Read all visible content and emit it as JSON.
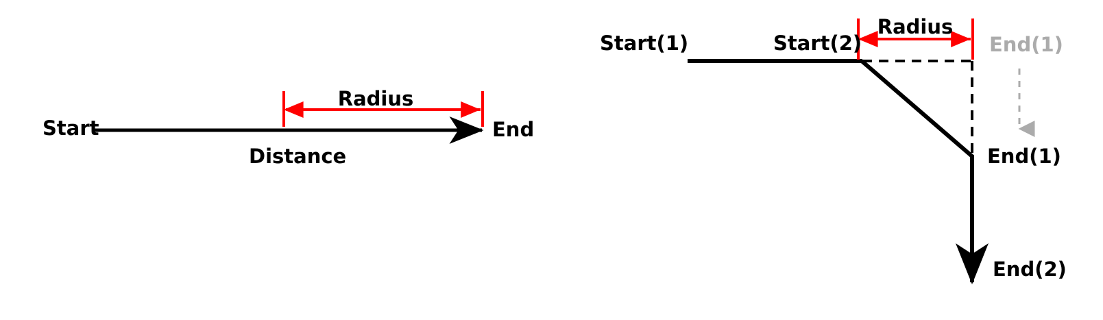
{
  "figure": {
    "type": "technical-diagram",
    "background_color": "#FFFFFF",
    "colors": {
      "line": "#000000",
      "dimension": "#FF0000",
      "ghost": "#ABABAB"
    }
  },
  "left_panel": {
    "name": "single-segment-radius",
    "labels": {
      "start": "Start",
      "end": "End",
      "distance": "Distance",
      "radius": "Radius"
    }
  },
  "right_panel": {
    "name": "two-segment-radius-fillet",
    "labels": {
      "start_1": "Start(1)",
      "start_2": "Start(2)",
      "end_1_ghost": "End(1)",
      "end_1": "End(1)",
      "end_2": "End(2)",
      "radius": "Radius"
    }
  }
}
